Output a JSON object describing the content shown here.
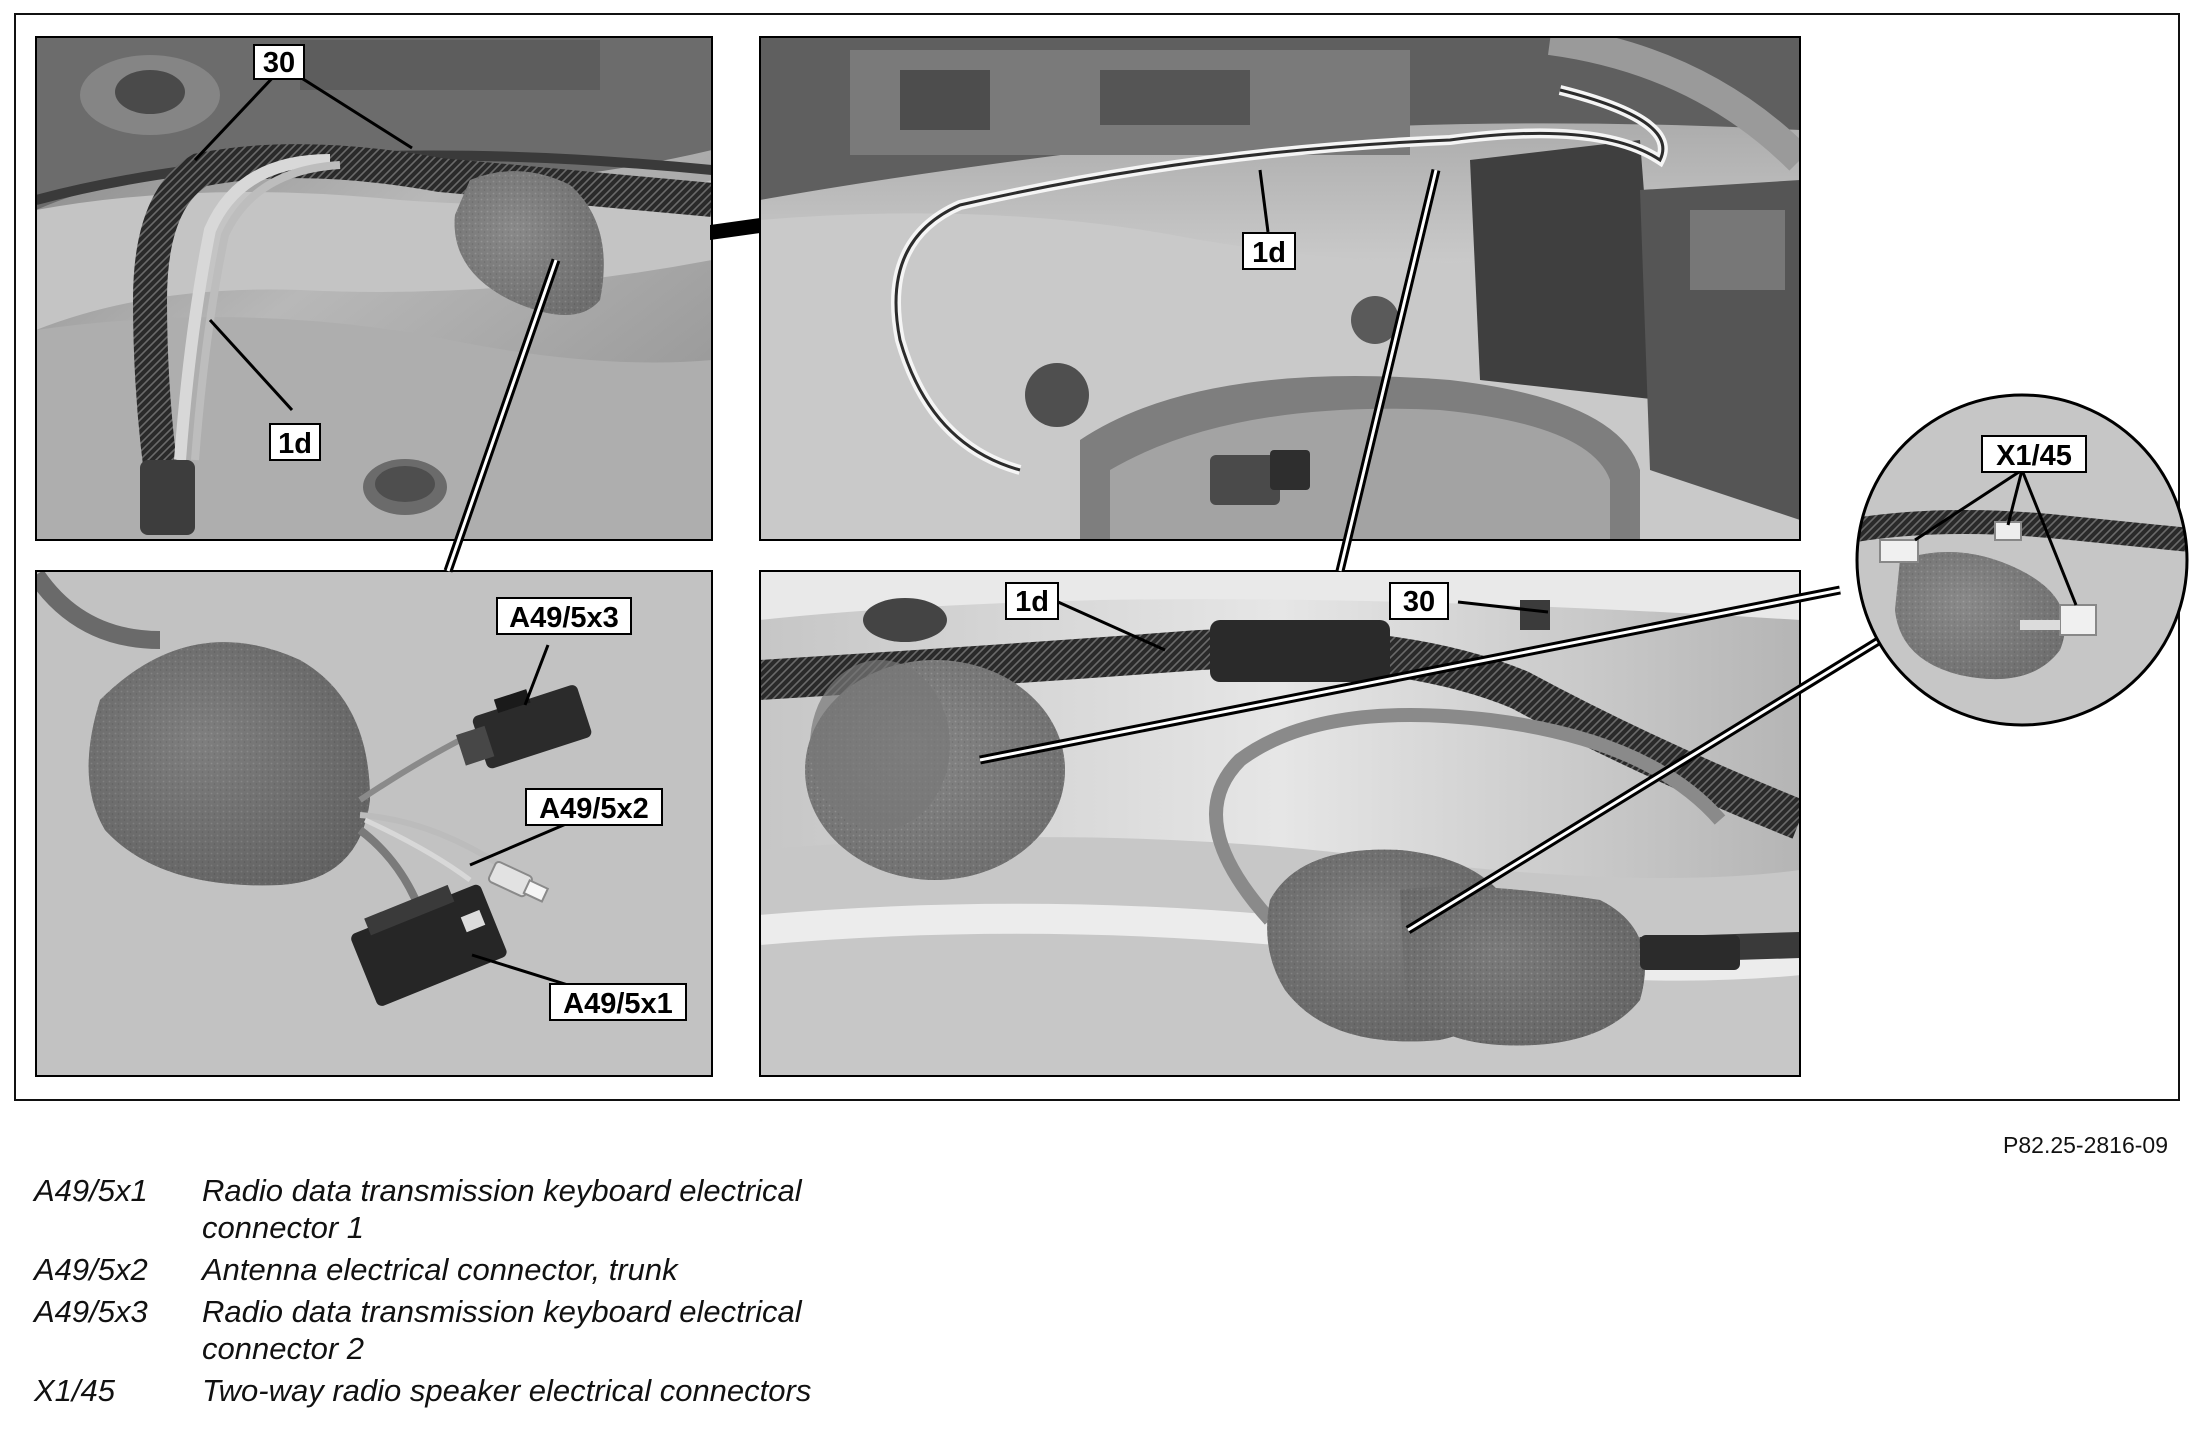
{
  "figure": {
    "doc_number": "P82.25-2816-09",
    "panels": [
      {
        "id": "top-left",
        "callouts": [
          "30",
          "1d"
        ]
      },
      {
        "id": "top-middle",
        "callouts": [
          "1d"
        ]
      },
      {
        "id": "bottom-left",
        "callouts": [
          "A49/5x3",
          "A49/5x2",
          "A49/5x1"
        ]
      },
      {
        "id": "bottom-middle",
        "callouts": [
          "1d",
          "30"
        ]
      },
      {
        "id": "circle-detail",
        "callouts": [
          "X1/45"
        ]
      }
    ]
  },
  "legend": [
    {
      "code": "A49/5x1",
      "description": "Radio data transmission keyboard electrical connector 1"
    },
    {
      "code": "A49/5x2",
      "description": "Antenna electrical connector, trunk"
    },
    {
      "code": "A49/5x3",
      "description": "Radio data transmission keyboard electrical connector 2"
    },
    {
      "code": "X1/45",
      "description": "Two-way radio speaker electrical connectors"
    }
  ]
}
